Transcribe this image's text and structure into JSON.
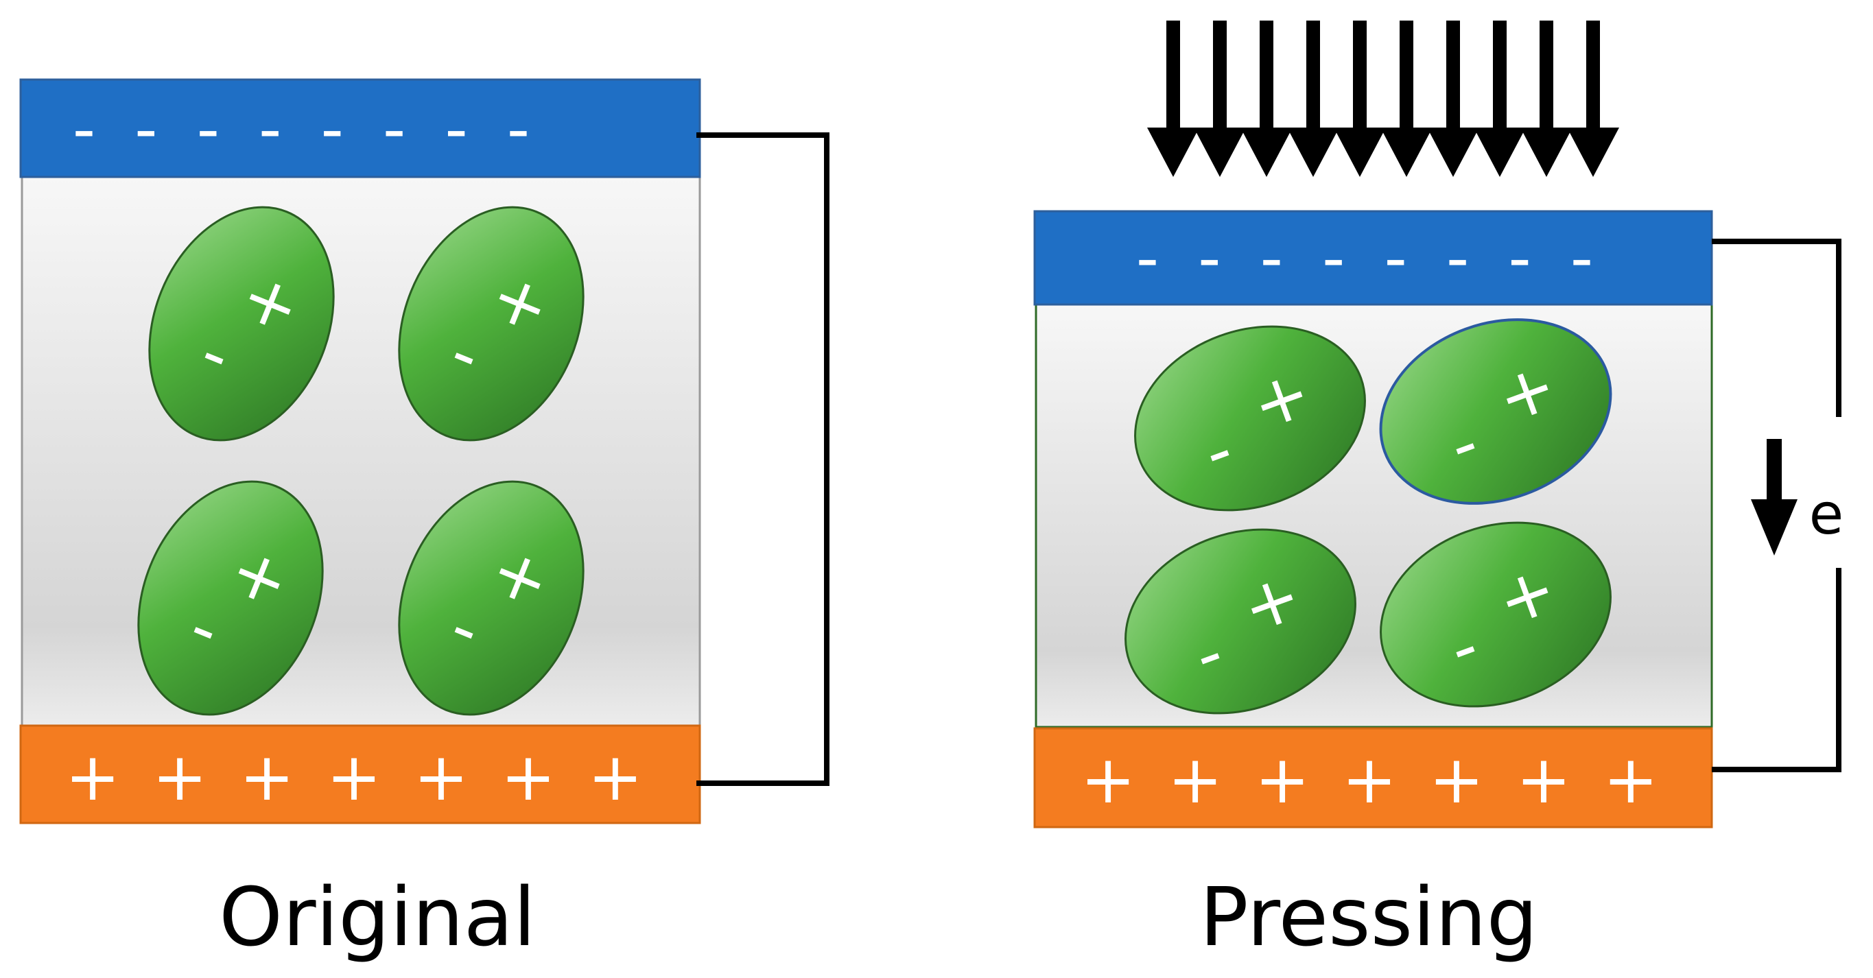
{
  "panels": [
    {
      "caption": "Original",
      "top_electrode": {
        "charges": "- - - - - - - -",
        "color": "#1f6fc5"
      },
      "bottom_electrode": {
        "charges": "+ + + + + + +",
        "color": "#f47c20"
      },
      "dipole_orientation": "vertical",
      "dipoles": [
        {
          "plus": "+",
          "minus": "-"
        },
        {
          "plus": "+",
          "minus": "-"
        },
        {
          "plus": "+",
          "minus": "-"
        },
        {
          "plus": "+",
          "minus": "-"
        }
      ]
    },
    {
      "caption": "Pressing",
      "top_electrode": {
        "charges": "- - - - - - - -",
        "color": "#1f6fc5"
      },
      "bottom_electrode": {
        "charges": "+ + + + + + +",
        "color": "#f47c20"
      },
      "dipole_orientation": "horizontal",
      "dipoles": [
        {
          "plus": "+",
          "minus": "-"
        },
        {
          "plus": "+",
          "minus": "-"
        },
        {
          "plus": "+",
          "minus": "-"
        },
        {
          "plus": "+",
          "minus": "-"
        }
      ],
      "pressure_arrow_count": 10,
      "current_label": "e"
    }
  ],
  "colors": {
    "dipole_fill": "#4aa83a",
    "dipole_stroke": "#2a5e22",
    "wire": "#000000"
  }
}
